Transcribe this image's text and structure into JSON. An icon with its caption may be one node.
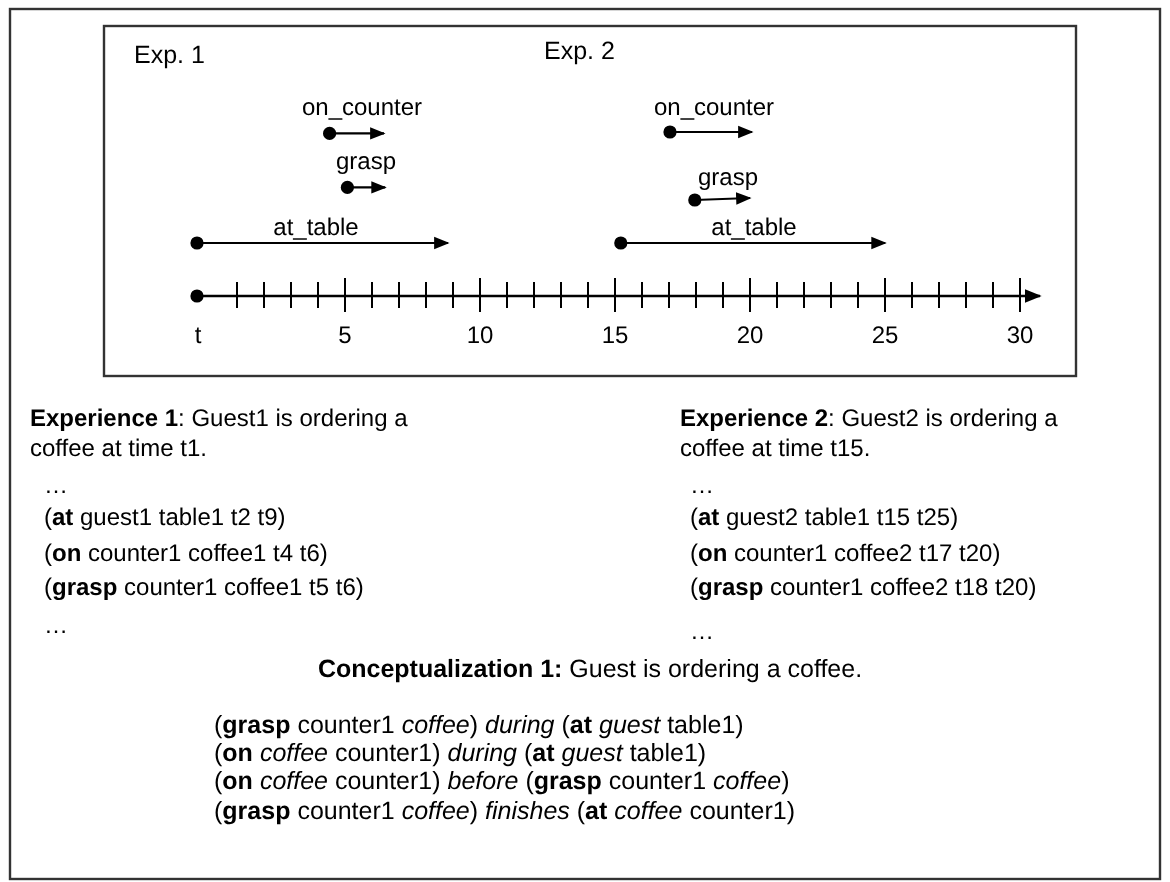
{
  "diagram": {
    "labels": [
      "Exp. 1",
      "Exp. 2",
      "on_counter",
      "on_counter",
      "grasp",
      "grasp",
      "at_table",
      "at_table",
      "t",
      "5",
      "10",
      "15",
      "20",
      "25",
      "30",
      "**Experience 1**: Guest1 is ordering a coffee at time t1.",
      "…",
      "(**at** guest1 table1 t2 t9)",
      "(**on**  counter1 coffee1 t4 t6)",
      "(**grasp** counter1 coffee1 t5 t6)",
      "…",
      "**Experience 2**: Guest2 is ordering a coffee at time t15.",
      "…",
      "(**at** guest2 table1 t15 t25)",
      "(**on**  counter1 coffee2 t17 t20)",
      "(**grasp** counter1 coffee2 t18 t20)",
      "…",
      "**Conceptualization 1:** Guest is ordering a coffee.",
      "(**grasp** counter1 *coffee*) *during* (**at** *guest* table1)",
      "(**on** *coffee* counter1) *during* (**at** *guest* table1)",
      "(**on** *coffee* counter1) *before* (**grasp** counter1 *coffee*)",
      "(**grasp** counter1 *coffee*) *finishes* (**at** *coffee* counter1)"
    ]
  }
}
